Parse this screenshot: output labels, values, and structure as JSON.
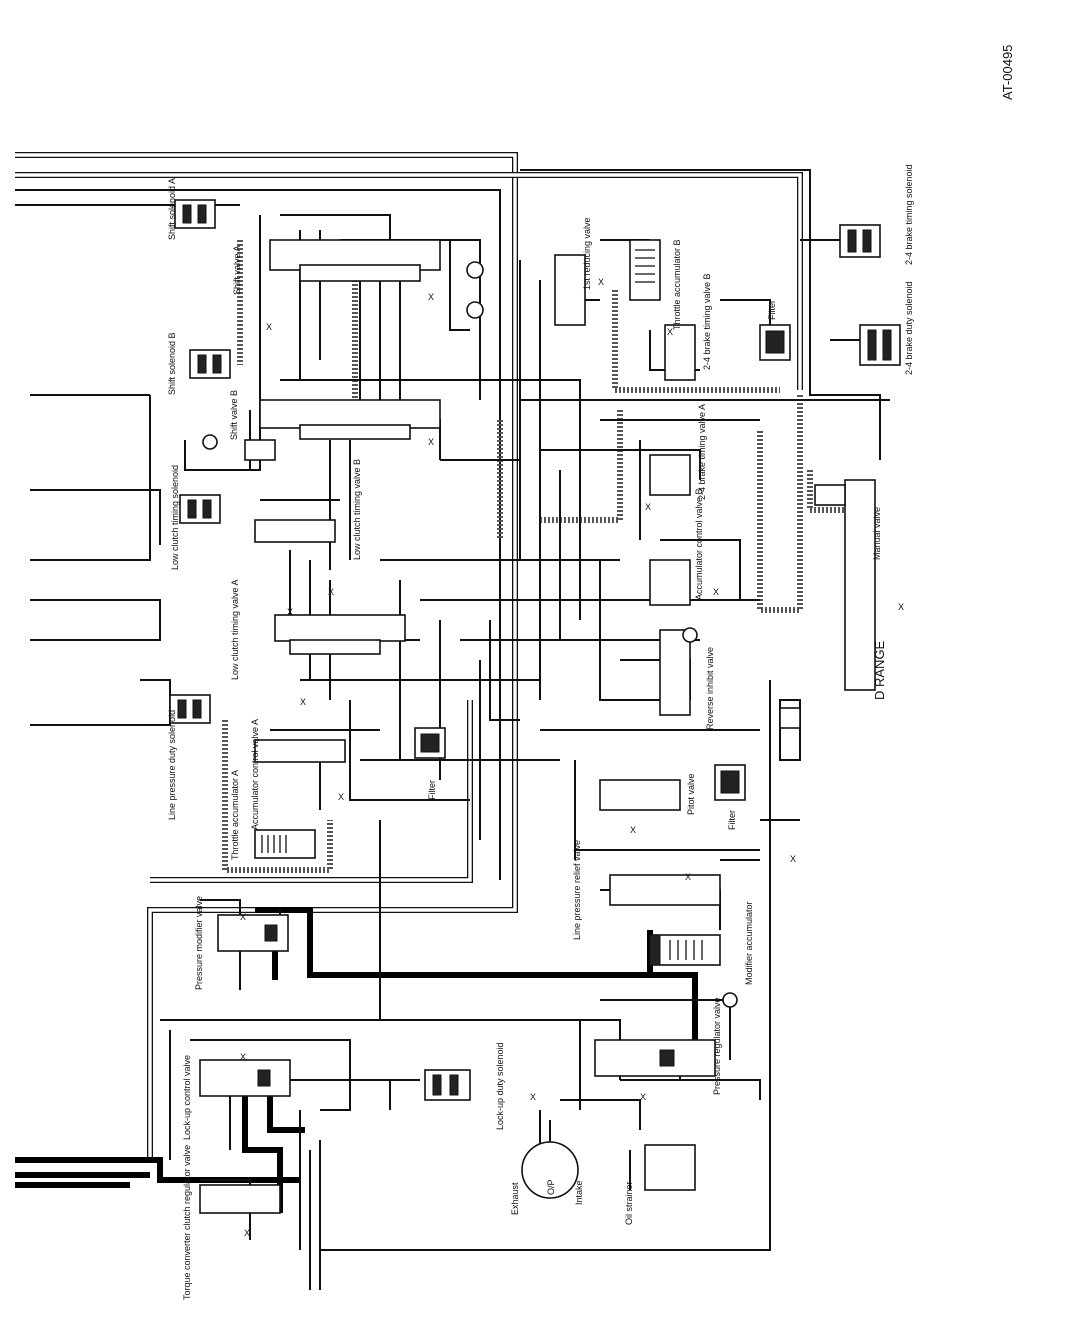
{
  "figure_id": "AT-00495",
  "range_label": "D RANGE",
  "labels": {
    "shift_solenoid_a": "Shift solenoid A",
    "shift_valve_a": "Shift valve A",
    "shift_solenoid_b": "Shift solenoid B",
    "shift_valve_b": "Shift valve B",
    "low_clutch_timing_solenoid": "Low clutch timing solenoid",
    "low_clutch_timing_valve_b": "Low clutch timing valve B",
    "low_clutch_timing_valve_a": "Low clutch timing valve A",
    "line_pressure_duty_solenoid": "Line pressure duty solenoid",
    "throttle_accumulator_a": "Throttle accumulator A",
    "accumulator_control_valve_a": "Accumulator control valve A",
    "filter_1": "Filter",
    "pressure_modifier_valve": "Pressure modifier valve",
    "lockup_control_valve": "Lock-up control valve",
    "lockup_duty_solenoid": "Lock-up duty solenoid",
    "torque_converter_clutch_regulator_valve": "Torque converter clutch regulator valve",
    "first_reducing_valve": "1st reducing valve",
    "throttle_accumulator_b": "Throttle accumulator B",
    "two_four_brake_timing_valve_b": "2-4 brake timing valve B",
    "filter_2": "Filter",
    "two_four_brake_timing_solenoid": "2-4 brake timing solenoid",
    "two_four_brake_duty_solenoid": "2-4 brake duty solenoid",
    "two_four_brake_timing_valve_a": "2-4 brake timing valve A",
    "accumulator_control_valve_b": "Accumulator control valve B",
    "manual_valve": "Manual valve",
    "reverse_inhibit_valve": "Reverse inhibit valve",
    "pitot_valve": "Pitot valve",
    "filter_3": "Filter",
    "line_pressure_relief_valve": "Line pressure relief valve",
    "modifier_accumulator": "Modifier accumulator",
    "pressure_regulator_valve": "Pressure regulator valve",
    "exhaust": "Exhaust",
    "oil_pump": "O/P",
    "intake": "Intake",
    "oil_strainer": "Oil strainer",
    "x_mark": "X"
  }
}
